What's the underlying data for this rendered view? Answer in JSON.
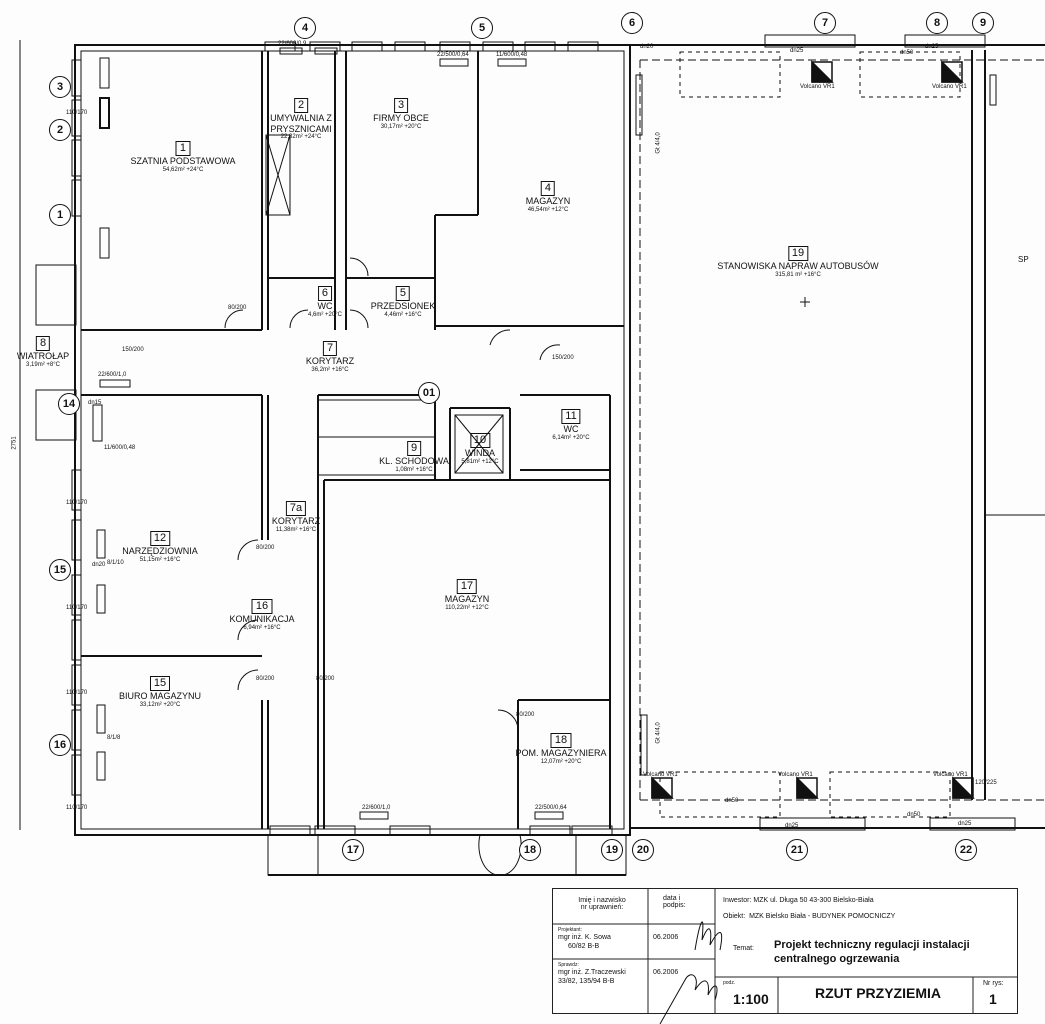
{
  "rooms": [
    {
      "num": "1",
      "name": "SZATNIA PODSTAWOWA",
      "area": "54,62m² +24°C"
    },
    {
      "num": "2",
      "name": "UMYWALNIA Z",
      "name2": "PRYSZNICAMI",
      "area": "22,32m² +24°C"
    },
    {
      "num": "3",
      "name": "FIRMY OBCE",
      "area": "30,17m² +20°C"
    },
    {
      "num": "4",
      "name": "MAGAZYN",
      "area": "46,54m² +12°C"
    },
    {
      "num": "5",
      "name": "PRZEDSIONEK",
      "area": "4,46m² +16°C"
    },
    {
      "num": "6",
      "name": "WC",
      "area": "4,6m² +20°C"
    },
    {
      "num": "7",
      "name": "KORYTARZ",
      "area": "36,2m² +16°C"
    },
    {
      "num": "7a",
      "name": "KORYTARZ",
      "area": "11,38m² +16°C"
    },
    {
      "num": "8",
      "name": "WIATROŁAP",
      "area": "3,19m² +8°C"
    },
    {
      "num": "9",
      "name": "KL. SCHODOWA",
      "area": "1,08m² +16°C"
    },
    {
      "num": "10",
      "name": "WINDA",
      "area": "5,81m² +12°C"
    },
    {
      "num": "11",
      "name": "WC",
      "area": "6,14m² +20°C"
    },
    {
      "num": "12",
      "name": "NARZĘDZIOWNIA",
      "area": "51,15m² +16°C"
    },
    {
      "num": "15",
      "name": "BIURO MAGAZYNU",
      "area": "33,12m² +20°C"
    },
    {
      "num": "16",
      "name": "KOMUNIKACJA",
      "area": "6,94m² +16°C"
    },
    {
      "num": "17",
      "name": "MAGAZYN",
      "area": "110,22m² +12°C"
    },
    {
      "num": "18",
      "name": "POM. MAGAZYNIERA",
      "area": "12,07m² +20°C"
    },
    {
      "num": "19",
      "name": "STANOWISKA NAPRAW AUTOBUSÓW",
      "area": "315,81 m² +16°C"
    }
  ],
  "axes": [
    "1",
    "2",
    "3",
    "4",
    "5",
    "6",
    "7",
    "8",
    "9",
    "14",
    "15",
    "16",
    "17",
    "18",
    "19",
    "20",
    "21",
    "22",
    "01"
  ],
  "heaters": {
    "volcano": "Volcano VR1",
    "gt": "Gt 4/4,0",
    "radiator_a": "22/600/1,0",
    "radiator_b": "11/600/0,48",
    "radiator_c": "22/500/0,64",
    "radiator_d": "22/600/0,9",
    "radiator_e": "8/1/10",
    "radiator_f": "8/1/8",
    "dn15": "dn15",
    "dn20": "dn20",
    "dn25": "dn25",
    "dn50": "dn50"
  },
  "dims": {
    "window": "110/170",
    "door": "80/200",
    "door_wide": "150/200",
    "vr_door": "120/225",
    "overall": "2751",
    "sp": "SP"
  },
  "title_block": {
    "name_hdr": "Imię i nazwisko",
    "name_hdr2": "nr uprawnień:",
    "date_hdr": "data i",
    "date_hdr2": "podpis:",
    "designer_role": "Projektant:",
    "designer": "mgr inż. K. Sowa",
    "designer_lic": "60/82 B-B",
    "designer_date": "06.2006",
    "checker_role": "Sprawdz:",
    "checker": "mgr inż. Z.Traczewski",
    "checker_lic": "33/82, 135/94 B-B",
    "checker_date": "06.2006",
    "investor_label": "Inwestor:",
    "investor": "MZK  ul. Długa 50   43-300 Bielsko-Biała",
    "object_label": "Obiekt:",
    "object": "MZK Bielsko Biała - BUDYNEK POMOCNICZY",
    "topic_label": "Temat:",
    "topic": "Projekt techniczny regulacji  instalacji",
    "topic2": "centralnego ogrzewania",
    "scale_label": "podz.",
    "scale": "1:100",
    "drawing_title": "RZUT PRZYZIEMIA",
    "sheet_label": "Nr rys:",
    "sheet": "1"
  }
}
